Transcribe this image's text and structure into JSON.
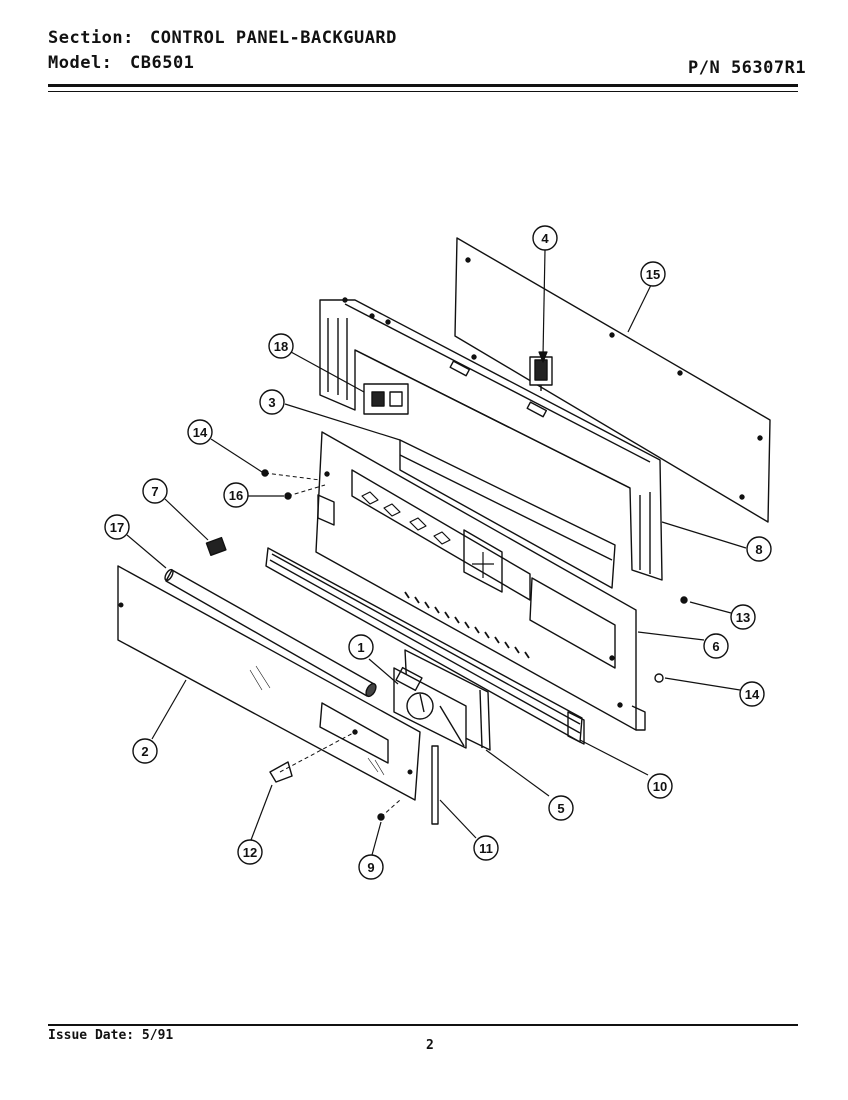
{
  "header": {
    "section_label": "Section:",
    "section_value": "CONTROL PANEL-BACKGUARD",
    "model_label": "Model:",
    "model_value": "CB6501",
    "part_number": "P/N 56307R1"
  },
  "footer": {
    "issue_date": "Issue Date: 5/91",
    "page_number": "2"
  },
  "callouts": [
    "1",
    "2",
    "3",
    "4",
    "5",
    "6",
    "7",
    "8",
    "9",
    "10",
    "11",
    "12",
    "13",
    "14",
    "14",
    "15",
    "16",
    "17",
    "18"
  ]
}
